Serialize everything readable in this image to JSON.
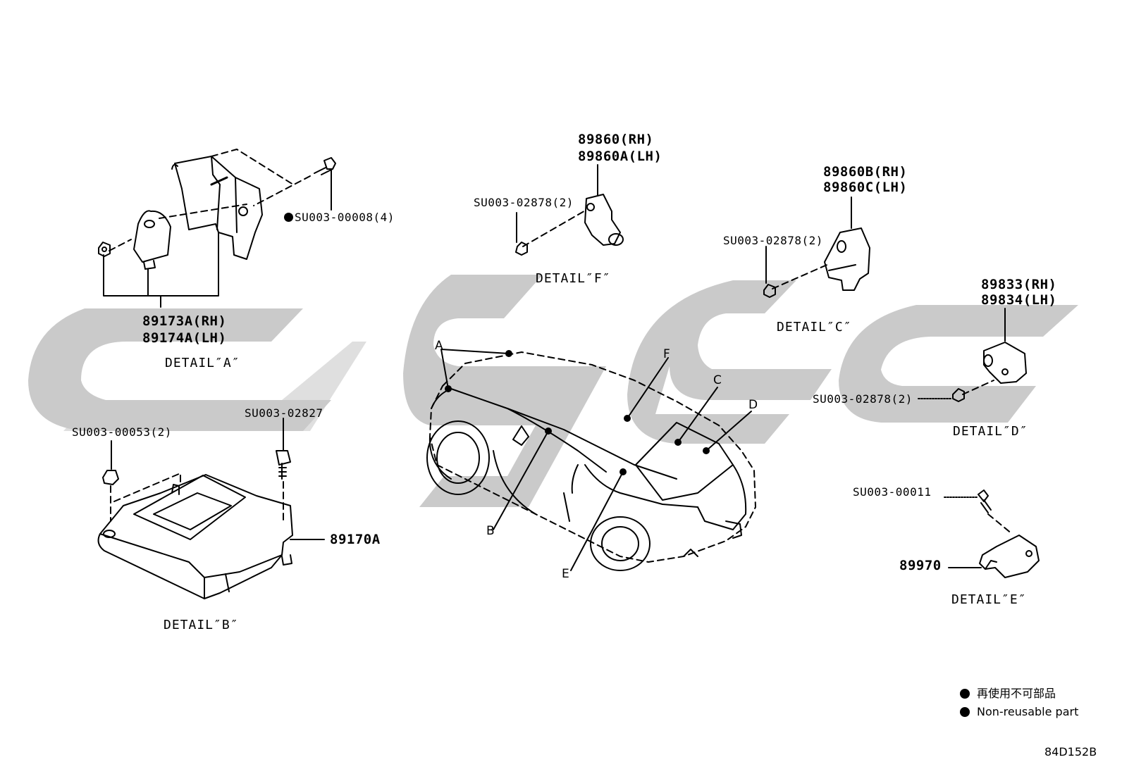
{
  "parts": {
    "front_sensor_rh": "89173A(RH)",
    "front_sensor_lh": "89174A(LH)",
    "bolt_detail_a": "SU003-00008(4)",
    "nut_detail_b": "SU003-00053(2)",
    "bolt_detail_b": "SU003-02827",
    "airbag_control_unit": "89170A",
    "side_sensor_f_rh": "89860(RH)",
    "side_sensor_f_lh": "89860A(LH)",
    "nut_detail_f": "SU003-02878(2)",
    "side_sensor_c_rh": "89860B(RH)",
    "side_sensor_c_lh": "89860C(LH)",
    "nut_detail_c": "SU003-02878(2)",
    "sensor_d_rh": "89833(RH)",
    "sensor_d_lh": "89834(LH)",
    "nut_detail_d": "SU003-02878(2)",
    "bolt_detail_e": "SU003-00011",
    "sensor_e": "89970"
  },
  "details": {
    "a": "DETAIL″A″",
    "b": "DETAIL″B″",
    "c": "DETAIL″C″",
    "d": "DETAIL″D″",
    "e": "DETAIL″E″",
    "f": "DETAIL″F″"
  },
  "locations": {
    "a": "A",
    "b": "B",
    "c": "C",
    "d": "D",
    "e": "E",
    "f": "F"
  },
  "legend": {
    "japanese": "再使用不可部品",
    "english": "Non-reusable part"
  },
  "diagram_code": "84D152B",
  "colors": {
    "line": "#000000",
    "watermark": "#c8c8c8",
    "background": "#ffffff"
  }
}
